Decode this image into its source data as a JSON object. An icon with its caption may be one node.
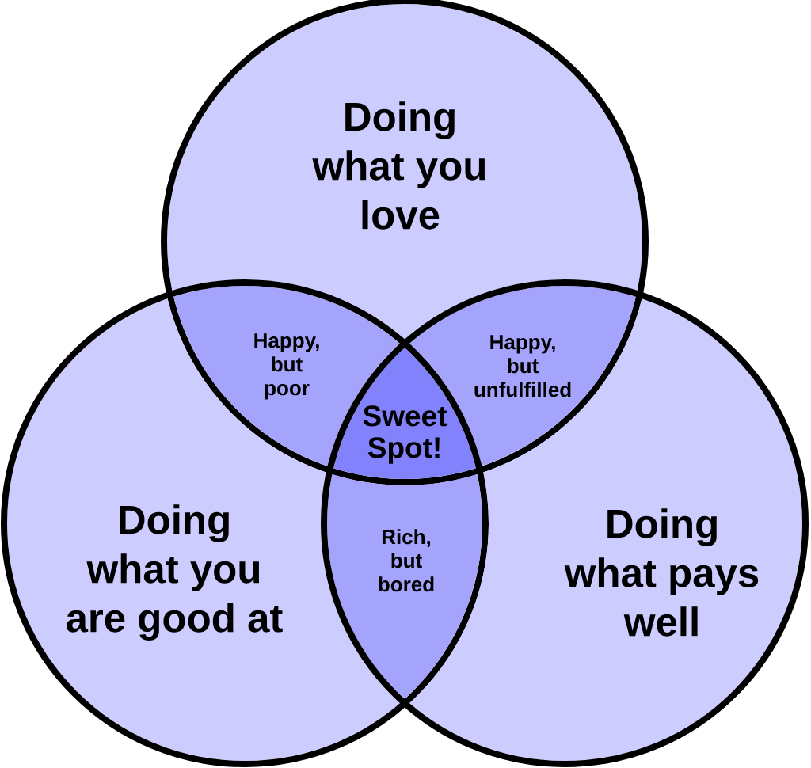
{
  "diagram": {
    "nodes": [
      {
        "text": [
          "Doing what you love"
        ]
      },
      {
        "text": [
          "Happy, but poor"
        ]
      },
      {
        "text": [
          "Happy, but unfulfilled"
        ]
      },
      {
        "text": [
          "Sweet Spot!"
        ]
      },
      {
        "text": [
          "Doing what you are good at"
        ]
      },
      {
        "text": [
          "Rich, but bored"
        ]
      },
      {
        "text": [
          "Doing what pays well"
        ]
      }
    ]
  }
}
